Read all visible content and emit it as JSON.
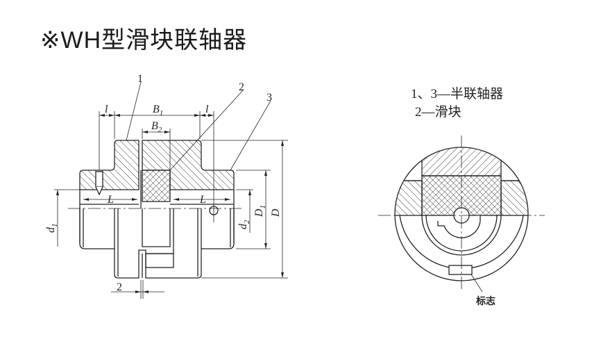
{
  "title": "※WH型滑块联轴器",
  "legend": {
    "line1": "1、3—半联轴器",
    "line2": "2—滑块"
  },
  "front_view": {
    "part_labels": [
      "1",
      "2",
      "3"
    ],
    "dimensions": {
      "l_left": "l",
      "l_right": "l",
      "B1": "B",
      "B1_sub": "1",
      "B2": "B",
      "B2_sub": "2",
      "L_left": "L",
      "L_right": "L",
      "d1": "d",
      "d1_sub": "1",
      "d2": "d",
      "d2_sub": "2",
      "D1": "D",
      "D1_sub": "1",
      "D": "D",
      "gap": "2"
    }
  },
  "side_view": {
    "mark_label": "标志"
  }
}
